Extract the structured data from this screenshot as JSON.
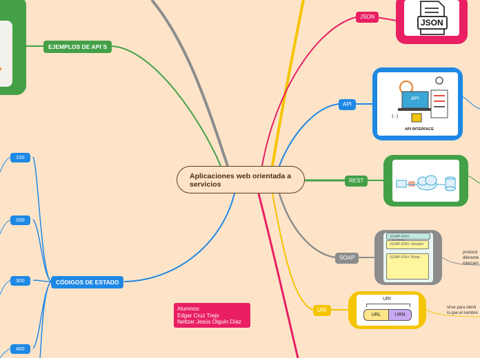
{
  "central": {
    "title": "Aplicaciones web orientada a servicios"
  },
  "branches": {
    "json": {
      "label": "JSON",
      "color": "#e91e63",
      "image_label": "JSON"
    },
    "api": {
      "label": "API",
      "color": "#1e88e5",
      "image_label": "API",
      "image_caption": "API INTERFACE"
    },
    "rest": {
      "label": "REST",
      "color": "#43a047"
    },
    "soap": {
      "label": "SOAP",
      "color": "#8c8c8c",
      "bars": [
        "SOAP-ENV: Envelope",
        "SOAP-ENV: Header",
        "SOAP-ENV: Body"
      ],
      "note": [
        "protocol",
        "diferente",
        "intercam"
      ]
    },
    "uri": {
      "label": "URI",
      "color": "#f5c400",
      "diagram": {
        "top": "URI",
        "left": "URL",
        "right": "URN"
      },
      "note": [
        "sirve para identi",
        "lo que el nombre"
      ]
    },
    "examples": {
      "label": "EJEMPLOS DE API´S",
      "color": "#43a047"
    },
    "status_codes": {
      "label": "CÓDIGOS DE ESTADO",
      "color": "#1e88e5",
      "codes": [
        "100",
        "200",
        "300",
        "400"
      ]
    }
  },
  "authors": {
    "heading": "Alumnos:",
    "names": [
      "Edgar Cruz Trejo",
      "Neltzer Jesús Olguín Díaz"
    ]
  },
  "icons": [
    "json-file-icon",
    "api-interface-icon",
    "cloud-network-icon",
    "database-icon"
  ]
}
